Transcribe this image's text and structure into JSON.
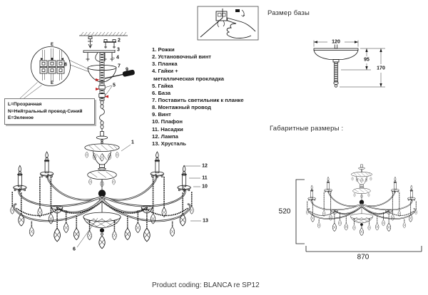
{
  "legend": {
    "line1": "L=Прозрачная",
    "line2": "N=Нейтральный провод-Синий",
    "line3": "E=Зеленое"
  },
  "terminal": {
    "top": "E",
    "bottom": "E"
  },
  "parts_list": {
    "lines": [
      "1. Рожки",
      "2. Установочный винт",
      "3. Планка",
      "4. Гайки +",
      "металлическая прокладка",
      "5. Гайка",
      "6. База",
      "7. Поставить светильник к планке",
      "8. Монтажный провод",
      "9. Винт",
      "10. Плафон",
      "11. Насадки",
      "12. Лампа",
      "13. Хрусталь"
    ]
  },
  "base_size": {
    "title": "Размер базы",
    "width": "120",
    "height_partial": "95",
    "height_total": "170"
  },
  "overall_size": {
    "title": "Габаритные размеры :",
    "height": "520",
    "width": "870"
  },
  "callouts": {
    "c1": "1",
    "c2": "2",
    "c3": "3",
    "c4": "4",
    "c5": "5",
    "c6": "6",
    "c7": "7",
    "c8": "8",
    "c9": "9",
    "c10": "10",
    "c11": "11",
    "c12": "12",
    "c13": "13"
  },
  "footer": {
    "product_coding": "Product coding: BLANCA re SP12"
  },
  "colors": {
    "ink": "#1a1a1a",
    "accent_red": "#c22222"
  }
}
